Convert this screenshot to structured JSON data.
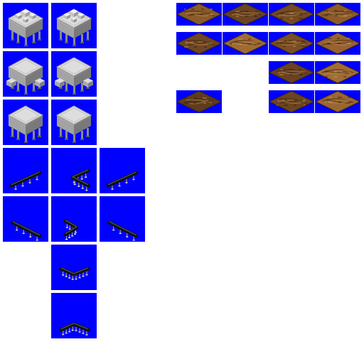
{
  "sheet": {
    "background_color": "#ffffff",
    "transparency_key_color": "#0000ff",
    "building_tiles": [
      {
        "name": "building-roof-equipment-a",
        "kind": "roof-equipment"
      },
      {
        "name": "building-roof-equipment-b",
        "kind": "roof-equipment"
      },
      {
        "name": "building-sheds-a",
        "kind": "sheds"
      },
      {
        "name": "building-sheds-b",
        "kind": "sheds"
      },
      {
        "name": "building-plain-a",
        "kind": "plain"
      },
      {
        "name": "building-plain-b",
        "kind": "plain"
      }
    ],
    "pipe_tiles": [
      {
        "name": "pipe-straight-ne",
        "shape": "straight-ne"
      },
      {
        "name": "pipe-corner-left",
        "shape": "corner-left"
      },
      {
        "name": "pipe-straight-ne-2",
        "shape": "straight-ne"
      },
      {
        "name": "pipe-straight-se",
        "shape": "straight-se"
      },
      {
        "name": "pipe-corner-right",
        "shape": "corner-right"
      },
      {
        "name": "pipe-straight-se-2",
        "shape": "straight-se"
      },
      {
        "name": "pipe-corner-bottom",
        "shape": "corner-bottom"
      },
      {
        "name": "pipe-corner-top",
        "shape": "corner-top"
      }
    ],
    "ground_tiles": [
      {
        "name": "ground-tile-1",
        "tone": "#8a5a2a"
      },
      {
        "name": "ground-tile-2",
        "tone": "#6b4422"
      },
      {
        "name": "ground-tile-3",
        "tone": "#744a24"
      },
      {
        "name": "ground-tile-4",
        "tone": "#8c5a2c"
      },
      {
        "name": "ground-tile-5",
        "tone": "#6e4624"
      },
      {
        "name": "ground-tile-6",
        "tone": "#a06a34"
      },
      {
        "name": "ground-tile-7",
        "tone": "#7a4e26"
      },
      {
        "name": "ground-tile-8",
        "tone": "#966232"
      },
      {
        "name": "ground-tile-9",
        "tone": "#6a4222"
      },
      {
        "name": "ground-tile-10",
        "tone": "#a06c36"
      },
      {
        "name": "ground-tile-11",
        "tone": "#5e3c1e"
      },
      {
        "name": "ground-tile-12",
        "tone": "#6c4420"
      },
      {
        "name": "ground-tile-13",
        "tone": "#9a6632"
      }
    ]
  }
}
